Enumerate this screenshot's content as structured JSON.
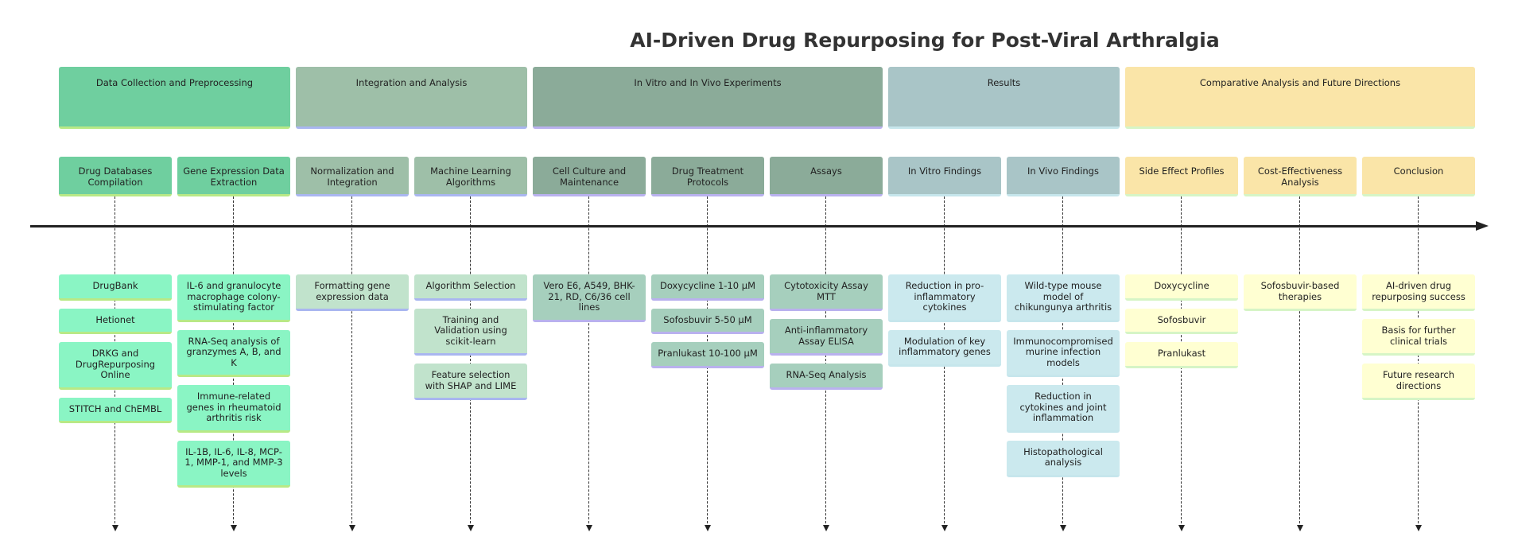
{
  "title": "AI-Driven Drug Repurposing for Post-Viral Arthralgia",
  "sections": [
    {
      "label": "Data Collection and Preprocessing",
      "color": "#6fcf9f",
      "border": "#b8e986",
      "tasks": [
        {
          "label": "Drug Databases Compilation",
          "events": [
            "DrugBank",
            "Hetionet",
            "DRKG and DrugRepurposing Online",
            "STITCH and ChEMBL"
          ]
        },
        {
          "label": "Gene Expression Data Extraction",
          "events": [
            "IL-6 and granulocyte macrophage colony-stimulating factor",
            "RNA-Seq analysis of granzymes A, B, and K",
            "Immune-related genes in rheumatoid arthritis risk",
            "IL-1B, IL-6, IL-8, MCP-1, MMP-1, and MMP-3 levels"
          ]
        }
      ]
    },
    {
      "label": "Integration and Analysis",
      "color": "#9ebfa8",
      "border": "#a9b6f0",
      "tasks": [
        {
          "label": "Normalization and Integration",
          "events": [
            "Formatting gene expression data"
          ]
        },
        {
          "label": "Machine Learning Algorithms",
          "events": [
            "Algorithm Selection",
            "Training and Validation using scikit-learn",
            "Feature selection with SHAP and LIME"
          ]
        }
      ]
    },
    {
      "label": "In Vitro and In Vivo Experiments",
      "color": "#8bab99",
      "border": "#b9b1ee",
      "tasks": [
        {
          "label": "Cell Culture and Maintenance",
          "events": [
            "Vero E6, A549, BHK-21, RD, C6/36 cell lines"
          ]
        },
        {
          "label": "Drug Treatment Protocols",
          "events": [
            "Doxycycline 1-10 μM",
            "Sofosbuvir 5-50 μM",
            "Pranlukast 10-100 μM"
          ]
        },
        {
          "label": "Assays",
          "events": [
            "Cytotoxicity Assay MTT",
            "Anti-inflammatory Assay ELISA",
            "RNA-Seq Analysis"
          ]
        }
      ]
    },
    {
      "label": "Results",
      "color": "#a9c5c7",
      "border": "#c6e6ec",
      "tasks": [
        {
          "label": "In Vitro Findings",
          "events": [
            "Reduction in pro-inflammatory cytokines",
            "Modulation of key inflammatory genes"
          ]
        },
        {
          "label": "In Vivo Findings",
          "events": [
            "Wild-type mouse model of chikungunya arthritis",
            "Immunocompromised murine infection models",
            "Reduction in cytokines and joint inflammation",
            "Histopathological analysis"
          ]
        }
      ]
    },
    {
      "label": "Comparative Analysis and Future Directions",
      "color": "#fae5a8",
      "border": "#d6f5c6",
      "tasks": [
        {
          "label": "Side Effect Profiles",
          "events": [
            "Doxycycline",
            "Sofosbuvir",
            "Pranlukast"
          ]
        },
        {
          "label": "Cost-Effectiveness Analysis",
          "events": [
            "Sofosbuvir-based therapies"
          ]
        },
        {
          "label": "Conclusion",
          "events": [
            "AI-driven drug repurposing success",
            "Basis for further clinical trials",
            "Future research directions"
          ]
        }
      ]
    }
  ],
  "event_colors": [
    "#8af5c4",
    "#c1e3cc",
    "#a6cfbd",
    "#cbe9ee",
    "#ffffd2"
  ]
}
